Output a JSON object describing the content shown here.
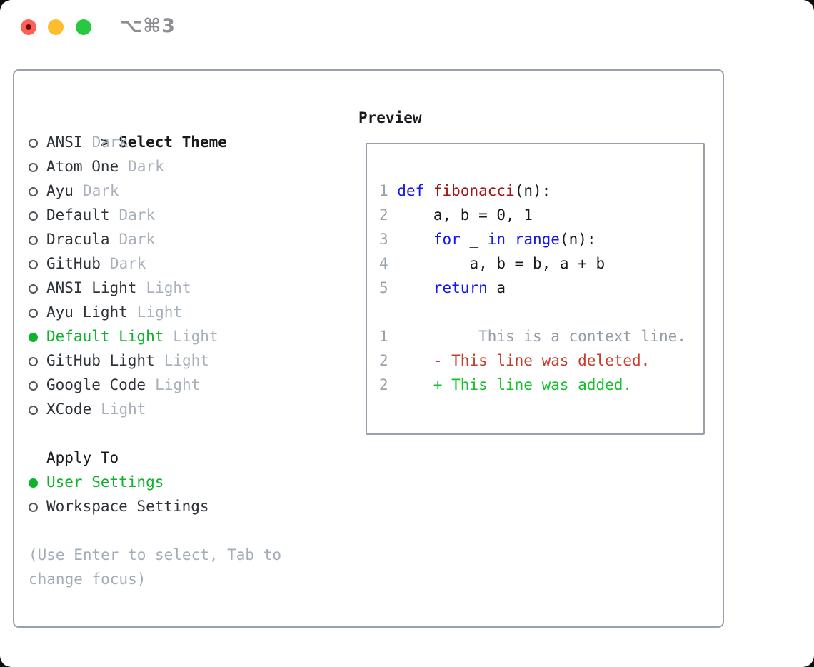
{
  "window": {
    "shortcut": "⌥⌘3",
    "traffic_lights": [
      "close",
      "minimize",
      "zoom"
    ]
  },
  "theme_selector": {
    "cursor": ">",
    "title": "Select Theme",
    "items": [
      {
        "name": "ANSI",
        "tag": "Dark",
        "selected": false
      },
      {
        "name": "Atom One",
        "tag": "Dark",
        "selected": false
      },
      {
        "name": "Ayu",
        "tag": "Dark",
        "selected": false
      },
      {
        "name": "Default",
        "tag": "Dark",
        "selected": false
      },
      {
        "name": "Dracula",
        "tag": "Dark",
        "selected": false
      },
      {
        "name": "GitHub",
        "tag": "Dark",
        "selected": false
      },
      {
        "name": "ANSI Light",
        "tag": "Light",
        "selected": false
      },
      {
        "name": "Ayu Light",
        "tag": "Light",
        "selected": false
      },
      {
        "name": "Default Light",
        "tag": "Light",
        "selected": true
      },
      {
        "name": "GitHub Light",
        "tag": "Light",
        "selected": false
      },
      {
        "name": "Google Code",
        "tag": "Light",
        "selected": false
      },
      {
        "name": "XCode",
        "tag": "Light",
        "selected": false
      }
    ]
  },
  "apply_to": {
    "title": "Apply To",
    "options": [
      {
        "name": "User Settings",
        "selected": true
      },
      {
        "name": "Workspace Settings",
        "selected": false
      }
    ]
  },
  "help_text": "(Use Enter to select, Tab to change focus)",
  "preview": {
    "title": "Preview",
    "code_lines": [
      {
        "num": "1",
        "tokens": [
          {
            "t": "def",
            "c": "kw"
          },
          {
            "t": " "
          },
          {
            "t": "fibonacci",
            "c": "fn"
          },
          {
            "t": "(n):"
          }
        ]
      },
      {
        "num": "2",
        "tokens": [
          {
            "t": "    a, b = 0, 1"
          }
        ]
      },
      {
        "num": "3",
        "tokens": [
          {
            "t": "    "
          },
          {
            "t": "for",
            "c": "kw"
          },
          {
            "t": " _ "
          },
          {
            "t": "in",
            "c": "kw"
          },
          {
            "t": " "
          },
          {
            "t": "range",
            "c": "kw"
          },
          {
            "t": "(n):"
          }
        ]
      },
      {
        "num": "4",
        "tokens": [
          {
            "t": "        a, b = b, a + b"
          }
        ]
      },
      {
        "num": "5",
        "tokens": [
          {
            "t": "    "
          },
          {
            "t": "return",
            "c": "kw"
          },
          {
            "t": " a"
          }
        ]
      }
    ],
    "diff_lines": [
      {
        "num": "1",
        "body": "          This is a context line.",
        "type": "context"
      },
      {
        "num": "2",
        "body": "     - This line was deleted.",
        "type": "deleted"
      },
      {
        "num": "2",
        "body": "     + This line was added.",
        "type": "added"
      }
    ]
  },
  "colors": {
    "accent_green": "#0eb32c",
    "keyword_blue": "#1316f0",
    "function_red": "#a31414",
    "diff_deleted_red": "#c63b2a",
    "diff_added_green": "#12c228",
    "context_gray": "#959da8",
    "tag_gray": "#a8b0bb",
    "line_number_gray": "#9aa2ad",
    "text_dark": "#17191d",
    "panel_border": "#99a1ad",
    "traffic_red": "#ff5f57",
    "traffic_yellow": "#febc2e",
    "traffic_green": "#28c840"
  }
}
